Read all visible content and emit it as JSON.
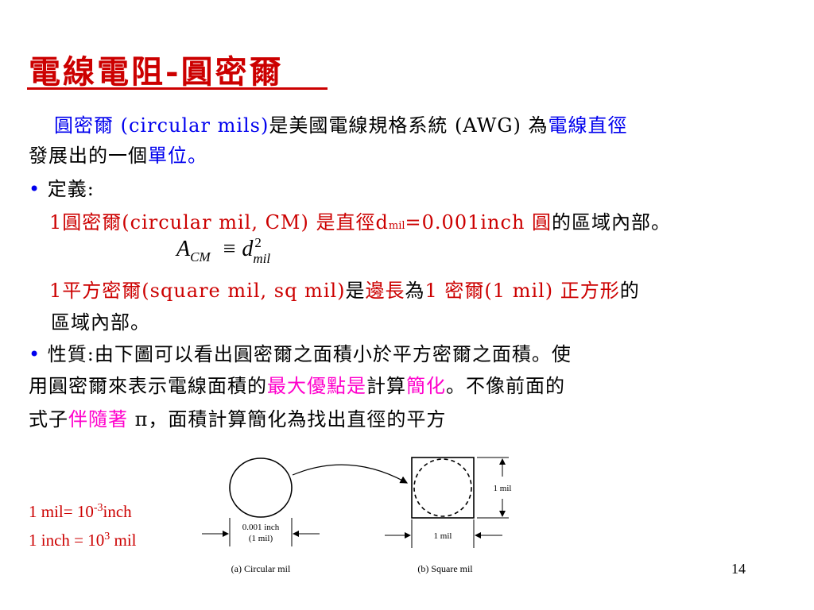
{
  "slide": {
    "title": "電線電阻-圓密爾",
    "intro": {
      "line1_a": "圓密爾 (circular mils)",
      "line1_b": "是美國電線規格系統 (AWG) 為",
      "line1_c": "電線直徑",
      "line2_a": "發展出的一個",
      "line2_b": "單位",
      "line2_c": "。"
    },
    "definition": {
      "bullet": "•",
      "label": "定義:",
      "cm_a": "1圓密爾(circular mil, CM) 是",
      "cm_b": "直徑",
      "cm_c": "d",
      "cm_d": "mil",
      "cm_e": "=0.001inch 圓",
      "cm_f": "的區域內部。",
      "formula": {
        "a": "A",
        "a_sub": "CM",
        "equiv": "≡",
        "d": "d",
        "d_sup": "2",
        "d_sub": "mil"
      },
      "sq_a": "1平方密爾(square mil, sq mil)",
      "sq_b": "是",
      "sq_c": "邊長",
      "sq_d": "為",
      "sq_e": "1 密爾(1 mil) 正方形",
      "sq_f": "的",
      "sq_line2": "區域內部。"
    },
    "property": {
      "bullet": "•",
      "line1": "性質:由下圖可以看出圓密爾之面積小於平方密爾之面積。使",
      "line2_a": "用圓密爾來表示電線面積的",
      "line2_b": "最大優點是",
      "line2_c": "計算",
      "line2_d": "簡化",
      "line2_e": "。不像前面的",
      "line3_a": "式子",
      "line3_b": "伴隨著",
      "line3_c": " π，面積計算簡化為找出直徑的平方"
    },
    "units": {
      "line1_a": "1 mil= 10",
      "line1_sup": "-3",
      "line1_b": "inch",
      "line2_a": "1 inch = 10",
      "line2_sup": "3",
      "line2_b": " mil"
    },
    "figure": {
      "circle_dim": "0.001 inch",
      "circle_dim2": "(1 mil)",
      "square_dim_bottom": "1 mil",
      "square_dim_side": "1 mil",
      "caption_a": "(a) Circular mil",
      "caption_b": "(b) Square mil"
    },
    "page_number": "14"
  }
}
